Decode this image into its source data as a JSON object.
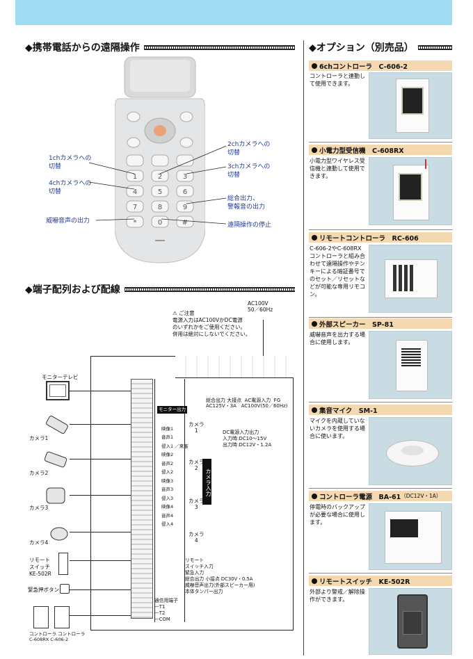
{
  "remote": {
    "title": "◆携帯電話からの遠隔操作",
    "callouts": {
      "ch1": "1chカメラへの\n切替",
      "ch2": "2chカメラへの\n切替",
      "ch3": "3chカメラへの\n切替",
      "ch4": "4chカメラへの\n切替",
      "all": "総合出力、\n警報音の出力",
      "threat": "威嚇音声の出力",
      "stop": "遠隔操作の停止"
    },
    "keys": [
      "1",
      "2",
      "3",
      "4",
      "5",
      "6",
      "7",
      "8",
      "9",
      "*",
      "0",
      "#"
    ]
  },
  "terminal": {
    "title": "◆端子配列および配線",
    "notice": "⚠ ご注意\n電源入力はAC100VかDC電源\nのいずれかをご使用ください。\n併用は絶対にしないでください。",
    "ac_in": "AC100V\n50／60Hz",
    "monitor_tv": "モニターテレビ",
    "cameras": [
      "カメラ1",
      "カメラ2",
      "カメラ3",
      "カメラ4"
    ],
    "remote_switch": "リモート\nスイッチ\nKE-502R",
    "emergency_button": "緊急押ボタン",
    "controllers": "コントローラ コントローラ\nC-608RX C-606-2",
    "top_terminals": "総合出力 大接点  AC電源入力  FG\nAC125V・3A   AC100V(50／60Hz)",
    "dc_in": "DC電源入力出力\n入力時:DC10〜15V\n出力時:DC12V・1.2A",
    "monitor_out": "モニター出力",
    "camera_input": "カメラ入力",
    "camera_groups": [
      "カメラ\n1",
      "カメラ\n2",
      "カメラ\n3",
      "カメラ\n4"
    ],
    "cam_rows": [
      "映像1",
      "音声1",
      "侵入1 ／来客",
      "映像2",
      "音声2",
      "侵入2",
      "映像3",
      "音声3",
      "侵入3",
      "映像4",
      "音声4",
      "侵入4"
    ],
    "bottom_labels": "リモート\nスイッチ入力\n緊急入力\n総合出力 小接点 DC30V・0.5A\n威嚇音声出力(外部スピーカー用)\n本体タンパー出力",
    "comm": "通信用端子\n—T1\n—T2\n—COM"
  },
  "options": {
    "title": "◆オプション（別売品）",
    "items": [
      {
        "name": "6chコントローラ　C-606-2",
        "desc": "コントローラと連動し\nて使用できます。"
      },
      {
        "name": "小電力型受信機　C-608RX",
        "desc": "小電力型ワイヤレス受\n信機と連動して使用で\nきます。"
      },
      {
        "name": "リモートコントローラ　RC-606",
        "desc": "C-606-2やC-608RX\nコントローラと組み合\nわせて遠隔操作やテン\nキーによる暗証番号で\nのセット／リセットな\nどが可能な専用リモコ\nン。"
      },
      {
        "name": "外部スピーカー　SP-81",
        "desc": "威嚇音声を出力する場\n合に使用します。"
      },
      {
        "name": "集音マイク　SM-1",
        "desc": "マイクを内蔵していな\nいカメラを使用する場\n合に使います。"
      },
      {
        "name": "コントローラ電源　BA-61",
        "suffix": "（DC12V・1A）",
        "desc": "停電時のバックアップ\nが必要な場合に使用し\nます。"
      },
      {
        "name": "リモートスイッチ　KE-502R",
        "desc": "外部より警戒／解除操\n作ができます。"
      }
    ]
  }
}
